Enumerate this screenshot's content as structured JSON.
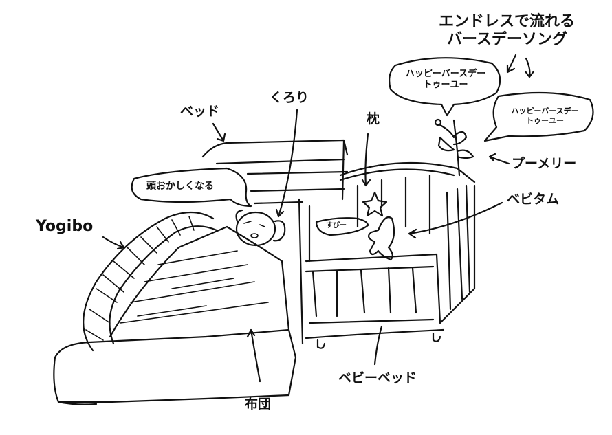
{
  "title_lines": [
    "エンドレスで流れる",
    "バースデーソング"
  ],
  "labels": {
    "bed": "ベッド",
    "kurori": "くろり",
    "pillow": "枕",
    "pumeri": "プーメリー",
    "bebitamu": "ベビタム",
    "yogibo": "Yogibo",
    "futon": "布団",
    "baby_bed": "ベビーベッド"
  },
  "speech_bubbles": {
    "song_1": [
      "ハッピーバースデー",
      "トゥーユー"
    ],
    "song_2": [
      "ハッピーバースデー",
      "トゥーユー"
    ],
    "head_crazy": "頭おかしくなる",
    "snore": "すぴー"
  },
  "colors": {
    "ink": "#111111",
    "background": "#ffffff"
  }
}
